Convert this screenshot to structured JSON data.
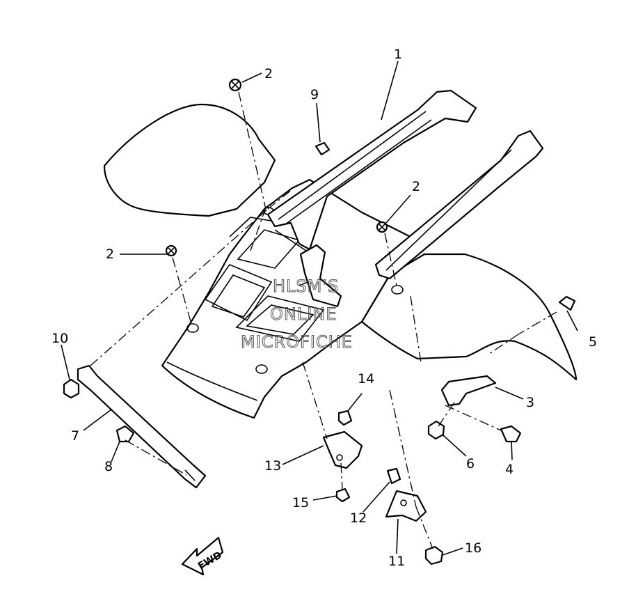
{
  "watermark": {
    "line1": "HLSM'S",
    "line2": "ONLINE",
    "line3": "MICROFICHE"
  },
  "direction_label": "FWD",
  "callouts": {
    "c1": "1",
    "c2a": "2",
    "c2b": "2",
    "c2c": "2",
    "c3": "3",
    "c4": "4",
    "c5": "5",
    "c6": "6",
    "c7": "7",
    "c8": "8",
    "c9": "9",
    "c10": "10",
    "c11": "11",
    "c12": "12",
    "c13": "13",
    "c14": "14",
    "c15": "15",
    "c16": "16"
  }
}
